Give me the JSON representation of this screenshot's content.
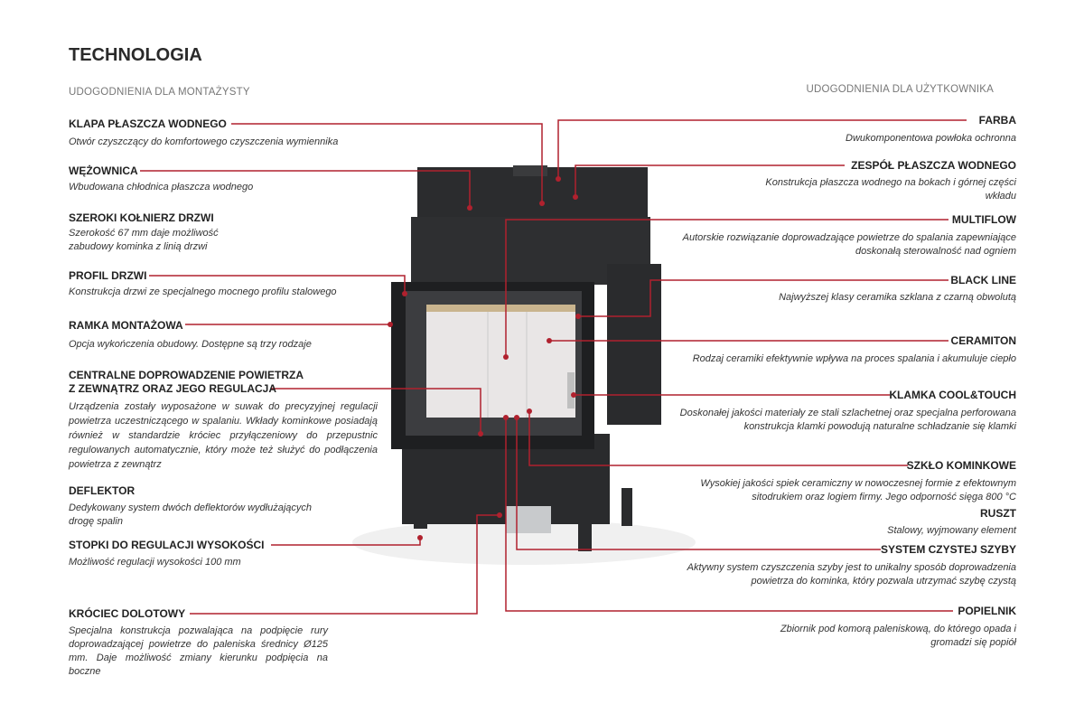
{
  "title": "TECHNOLOGIA",
  "left_heading": "UDOGODNIENIA DLA MONTAŻYSTY",
  "right_heading": "UDOGODNIENIA DLA UŻYTKOWNIKA",
  "left": [
    {
      "title": "KLAPA PŁASZCZA WODNEGO",
      "desc": "Otwór czyszczący do komfortowego czyszczenia wymiennika"
    },
    {
      "title": "WĘŻOWNICA",
      "desc": "Wbudowana chłodnica płaszcza wodnego"
    },
    {
      "title": "SZEROKI KOŁNIERZ DRZWI",
      "desc": "Szerokość 67 mm daje możliwość zabudowy kominka z linią drzwi"
    },
    {
      "title": "PROFIL DRZWI",
      "desc": "Konstrukcja drzwi ze specjalnego mocnego profilu stalowego"
    },
    {
      "title": "RAMKA MONTAŻOWA",
      "desc": "Opcja wykończenia obudowy. Dostępne są trzy rodzaje"
    },
    {
      "title": "CENTRALNE DOPROWADZENIE POWIETRZA Z ZEWNĄTRZ ORAZ JEGO REGULACJA",
      "desc": "Urządzenia zostały wyposażone w suwak do precyzyjnej regulacji powietrza uczestniczącego w spalaniu. Wkłady kominkowe posiadają również w standardzie króciec przyłączeniowy do przepustnic regulowanych automatycznie, który może też służyć do podłączenia powietrza z zewnątrz"
    },
    {
      "title": "DEFLEKTOR",
      "desc": "Dedykowany system dwóch deflektorów wydłużających drogę spalin"
    },
    {
      "title": "STOPKI DO REGULACJI WYSOKOŚCI",
      "desc": "Możliwość regulacji wysokości 100 mm"
    },
    {
      "title": "KRÓCIEC DOLOTOWY",
      "desc": "Specjalna konstrukcja pozwalająca na podpięcie rury doprowadzającej powietrze do paleniska średnicy Ø125 mm. Daje możliwość zmiany kierunku podpięcia na boczne"
    }
  ],
  "right": [
    {
      "title": "FARBA",
      "desc": "Dwukomponentowa powłoka ochronna"
    },
    {
      "title": "ZESPÓŁ PŁASZCZA WODNEGO",
      "desc": "Konstrukcja płaszcza wodnego na bokach i górnej części wkładu"
    },
    {
      "title": "MULTIFLOW",
      "desc": "Autorskie rozwiązanie doprowadzające powietrze do spalania zapewniające doskonałą sterowalność nad ogniem"
    },
    {
      "title": "BLACK LINE",
      "desc": "Najwyższej klasy ceramika szklana z czarną obwolutą"
    },
    {
      "title": "CERAMITON",
      "desc": "Rodzaj ceramiki efektywnie wpływa na proces spalania i akumuluje ciepło"
    },
    {
      "title": "KLAMKA COOL&TOUCH",
      "desc": "Doskonałej jakości materiały ze stali szlachetnej oraz specjalna perforowana konstrukcja klamki powodują naturalne schładzanie się klamki"
    },
    {
      "title": "SZKŁO KOMINKOWE",
      "desc": "Wysokiej jakości spiek ceramiczny w nowoczesnej formie z efektownym sitodrukiem oraz logiem firmy. Jego odporność sięga 800 °C"
    },
    {
      "title": "RUSZT",
      "desc": "Stalowy, wyjmowany element"
    },
    {
      "title": "SYSTEM CZYSTEJ SZYBY",
      "desc": "Aktywny system czyszczenia szyby jest to unikalny sposób doprowadzenia powietrza do kominka, który pozwala utrzymać szybę czystą"
    },
    {
      "title": "POPIELNIK",
      "desc": "Zbiornik pod komorą paleniskową, do którego opada i gromadzi się popiół"
    }
  ],
  "colors": {
    "accent": "#b0212e",
    "stove": "#2b2c2e"
  }
}
